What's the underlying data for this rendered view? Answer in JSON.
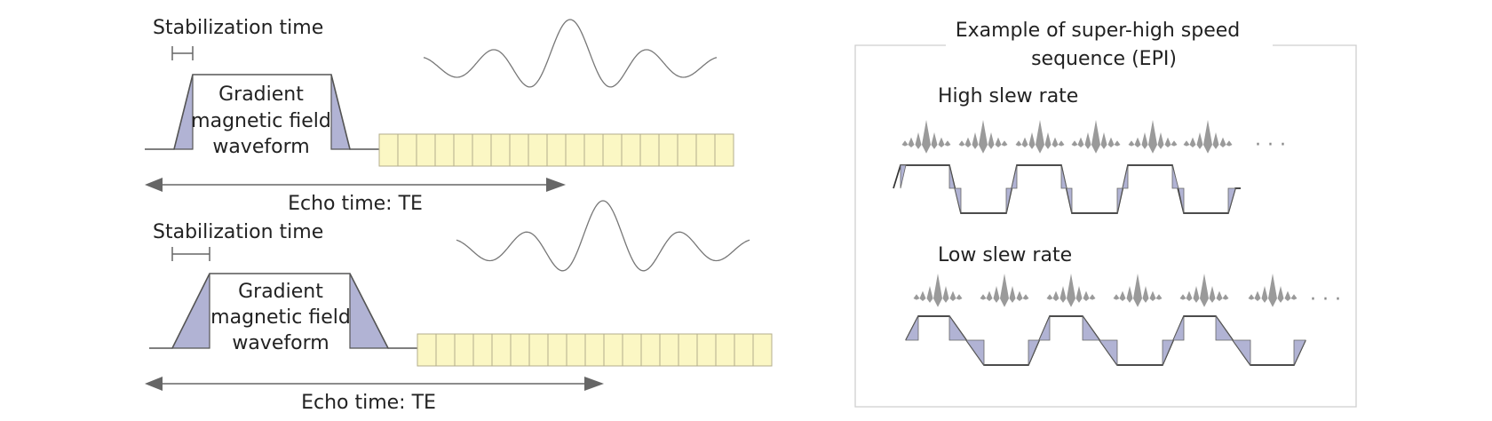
{
  "left": {
    "top": {
      "stabilization_label": "Stabilization time",
      "block_lines": [
        "Gradient",
        "magnetic field",
        "waveform"
      ],
      "echo_label": "Echo time: TE"
    },
    "bottom": {
      "stabilization_label": "Stabilization time",
      "block_lines": [
        "Gradient",
        "magnetic field",
        "waveform"
      ],
      "echo_label": "Echo time: TE"
    }
  },
  "right": {
    "title_lines": [
      "Example of super-high speed",
      "sequence (EPI)"
    ],
    "high_label": "High slew rate",
    "low_label": "Low slew rate",
    "ellipsis": "· · ·"
  },
  "colors": {
    "ramp": "#b1b3d4",
    "readout_cell": "#fbf7c4",
    "echo_line": "#777777"
  }
}
